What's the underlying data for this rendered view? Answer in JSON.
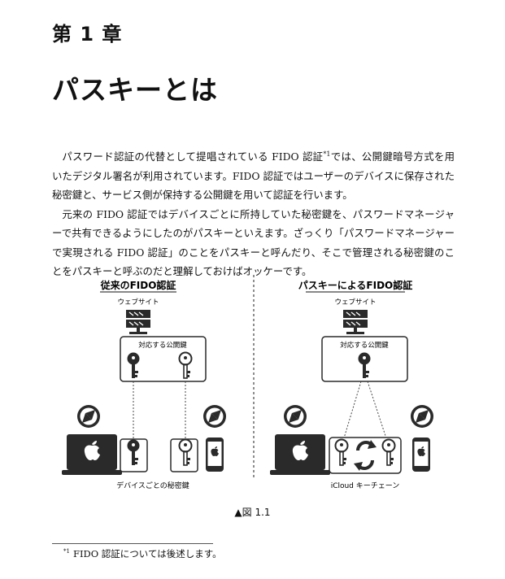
{
  "chapter_label": "第 1 章",
  "chapter_title": "パスキーとは",
  "paragraph1_before": "パスワード認証の代替として提唱されている FIDO 認証",
  "paragraph1_sup": "*1",
  "paragraph1_after": "では、公開鍵暗号方式を用いたデジタル署名が利用されています。FIDO 認証ではユーザーのデバイスに保存された秘密鍵と、サービス側が保持する公開鍵を用いて認証を行います。",
  "paragraph2": "元来の FIDO 認証ではデバイスごとに所持していた秘密鍵を、パスワードマネージャーで共有できるようにしたのがパスキーといえます。ざっくり「パスワードマネージャーで実現される FIDO 認証」のことをパスキーと呼んだり、そこで管理される秘密鍵のことをパスキーと呼ぶのだと理解しておけばオッケーです。",
  "figure": {
    "left_heading": "従来のFIDO認証",
    "right_heading": "パスキーによるFIDO認証",
    "website_label_left": "ウェブサイト",
    "website_label_right": "ウェブサイト",
    "public_key_label_left": "対応する公開鍵",
    "public_key_label_right": "対応する公開鍵",
    "left_footer": "デバイスごとの秘密鍵",
    "right_footer": "iCloud キーチェーン"
  },
  "caption": "▲図 1.1",
  "footnote_mark": "*1",
  "footnote_text": "FIDO 認証については後述します。"
}
